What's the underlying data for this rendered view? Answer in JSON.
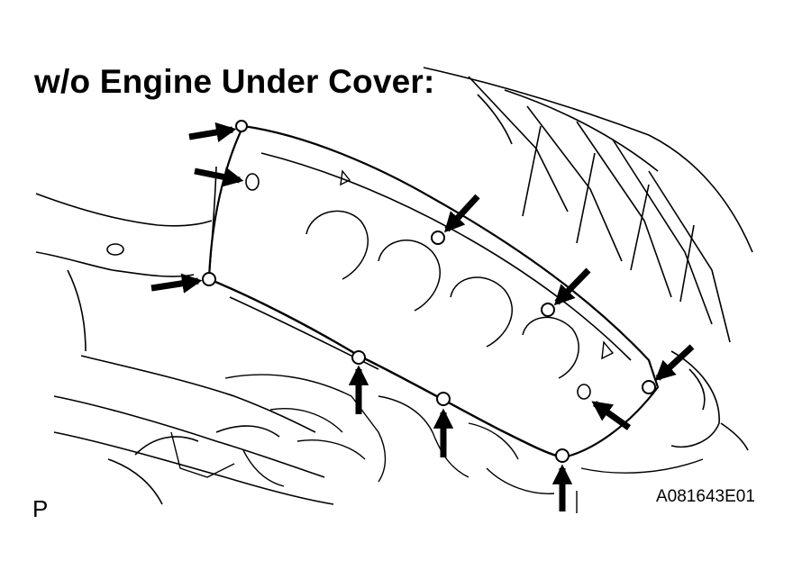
{
  "heading": {
    "text": "w/o Engine Under Cover:"
  },
  "view_marker": {
    "text": "P"
  },
  "figure_id": {
    "text": "A081643E01"
  },
  "colors": {
    "ink": "#000000",
    "paper": "#ffffff"
  },
  "icons": {
    "fastener": "bolt-icon",
    "pointer": "arrow-icon"
  }
}
